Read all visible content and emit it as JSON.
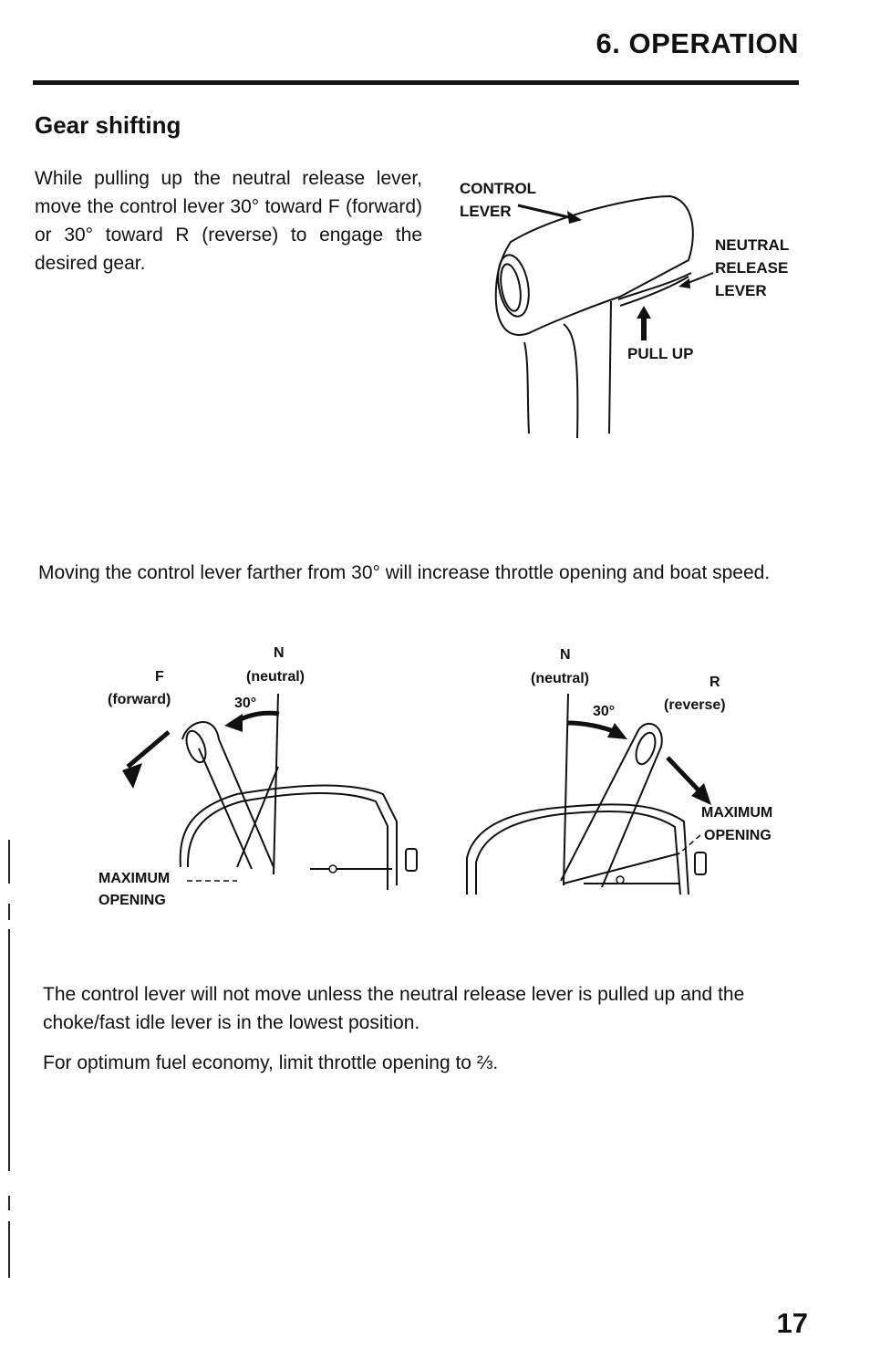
{
  "header": {
    "title": "6. OPERATION"
  },
  "section": {
    "title": "Gear shifting"
  },
  "paragraphs": {
    "p1": "While pulling up the neutral release lever, move the control lever 30° toward F (forward) or 30° toward R (reverse) to engage the desired gear.",
    "p2": "Moving the control lever farther from 30° will increase throttle opening and boat speed.",
    "p3": "The control lever will not move unless the neutral release lever is pulled up and the choke/fast idle lever is in the lowest position.",
    "p4": "For optimum fuel economy, limit throttle opening to ⅔."
  },
  "figure1": {
    "control_lever_1": "CONTROL",
    "control_lever_2": "LEVER",
    "neutral_release_1": "NEUTRAL",
    "neutral_release_2": "RELEASE",
    "neutral_release_3": "LEVER",
    "pull_up": "PULL UP"
  },
  "figure2": {
    "n": "N",
    "neutral": "(neutral)",
    "f": "F",
    "forward": "(forward)",
    "angle": "30°",
    "max_1": "MAXIMUM",
    "max_2": "OPENING"
  },
  "figure3": {
    "n": "N",
    "neutral": "(neutral)",
    "r": "R",
    "reverse": "(reverse)",
    "angle": "30°",
    "max_1": "MAXIMUM",
    "max_2": "OPENING"
  },
  "footer": {
    "page_number": "17"
  }
}
